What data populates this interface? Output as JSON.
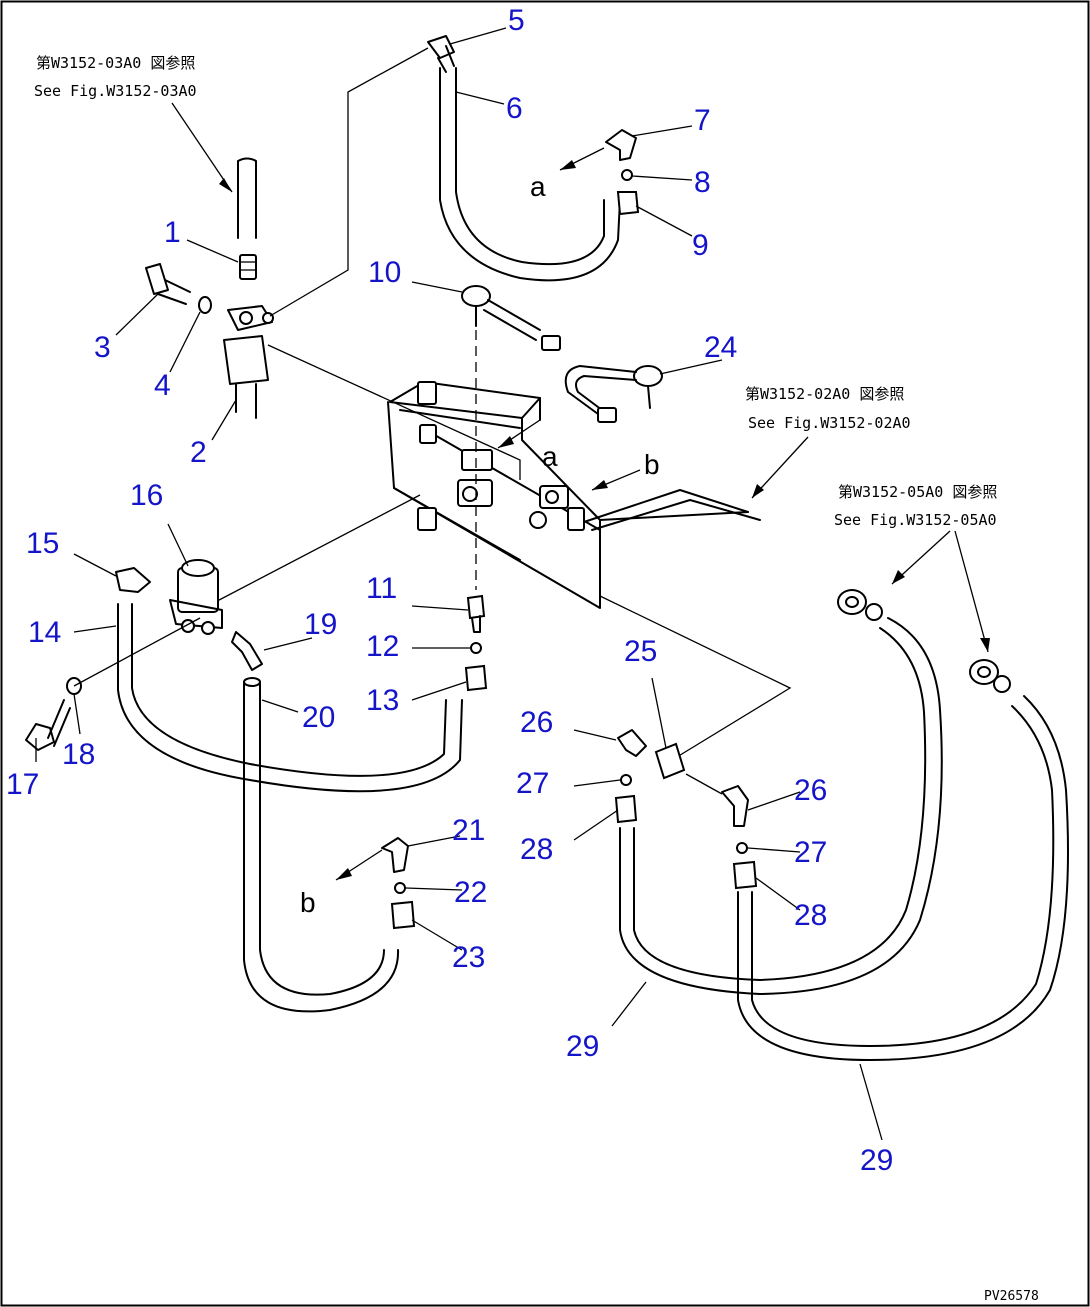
{
  "references": {
    "ref_03": {
      "line1": "第W3152-03A0 図参照",
      "line2": "See Fig.W3152-03A0"
    },
    "ref_02": {
      "line1": "第W3152-02A0 図参照",
      "line2": "See Fig.W3152-02A0"
    },
    "ref_05": {
      "line1": "第W3152-05A0 図参照",
      "line2": "See Fig.W3152-05A0"
    }
  },
  "connection_letters": {
    "a": "a",
    "b": "b"
  },
  "part_labels": {
    "p1": "1",
    "p2": "2",
    "p3": "3",
    "p4": "4",
    "p5": "5",
    "p6": "6",
    "p7": "7",
    "p8": "8",
    "p9": "9",
    "p10": "10",
    "p11": "11",
    "p12": "12",
    "p13": "13",
    "p14": "14",
    "p15": "15",
    "p16": "16",
    "p17": "17",
    "p18": "18",
    "p19": "19",
    "p20": "20",
    "p21": "21",
    "p22": "22",
    "p23": "23",
    "p24": "24",
    "p25": "25",
    "p26": "26",
    "p27": "27",
    "p28": "28",
    "p29": "29"
  },
  "drawing_code": "PV26578",
  "colors": {
    "label": "#1414c8",
    "line": "#000000",
    "background": "#ffffff"
  }
}
